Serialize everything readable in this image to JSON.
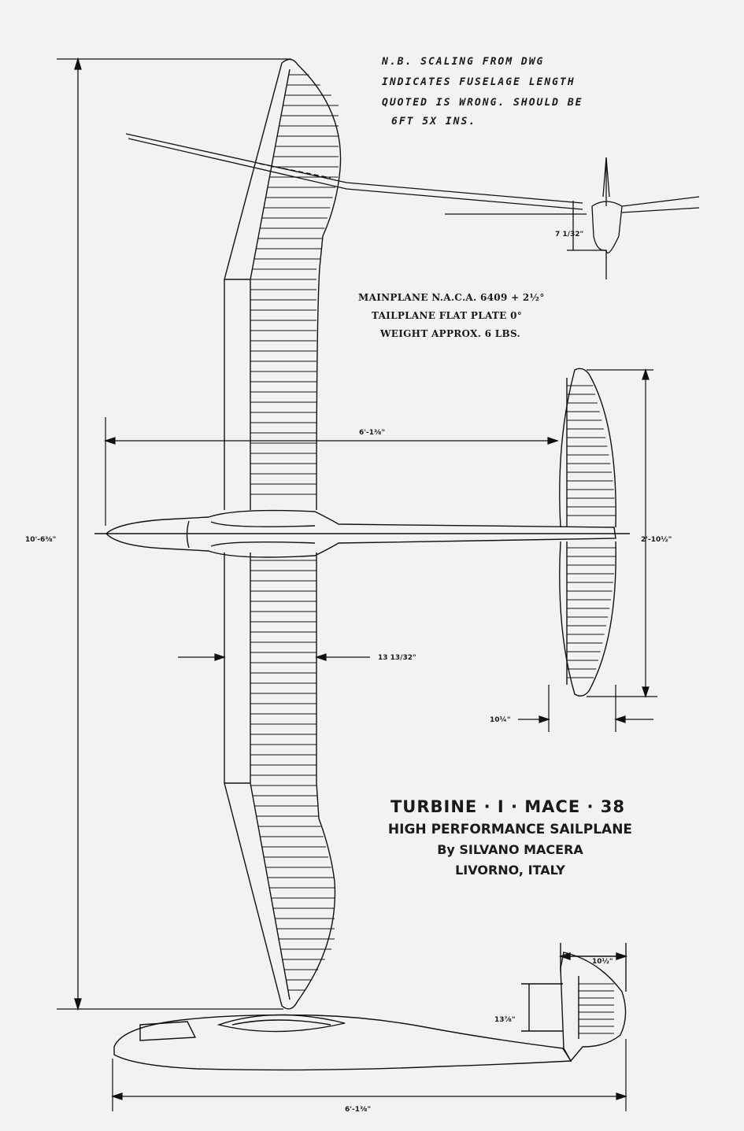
{
  "note": {
    "lines": [
      "N.B. SCALING FROM DWG",
      "INDICATES FUSELAGE LENGTH",
      "QUOTED IS WRONG. SHOULD BE",
      "6FT 5X INS."
    ]
  },
  "specs": {
    "lines": [
      "MAINPLANE N.A.C.A. 6409 + 2½°",
      "TAILPLANE FLAT PLATE 0°",
      "WEIGHT APPROX. 6 LBS."
    ]
  },
  "dimensions": {
    "span": "10'-6⅜\"",
    "fuselage_top": "6'-1⅜\"",
    "tail_span": "2'-10½\"",
    "root_chord": "13 13/32\"",
    "tail_chord": "10¼\"",
    "dihedral_rise": "7 1/32\"",
    "fin_height": "13⅞\"",
    "fin_chord": "10½\"",
    "fuselage_side": "6'-1⅜\""
  },
  "title": {
    "line1": "TURBINE · I · MACE · 38",
    "line2": "HIGH    PERFORMANCE    SAILPLANE",
    "line3": "By SILVANO MACERA",
    "line4": "LIVORNO, ITALY"
  }
}
